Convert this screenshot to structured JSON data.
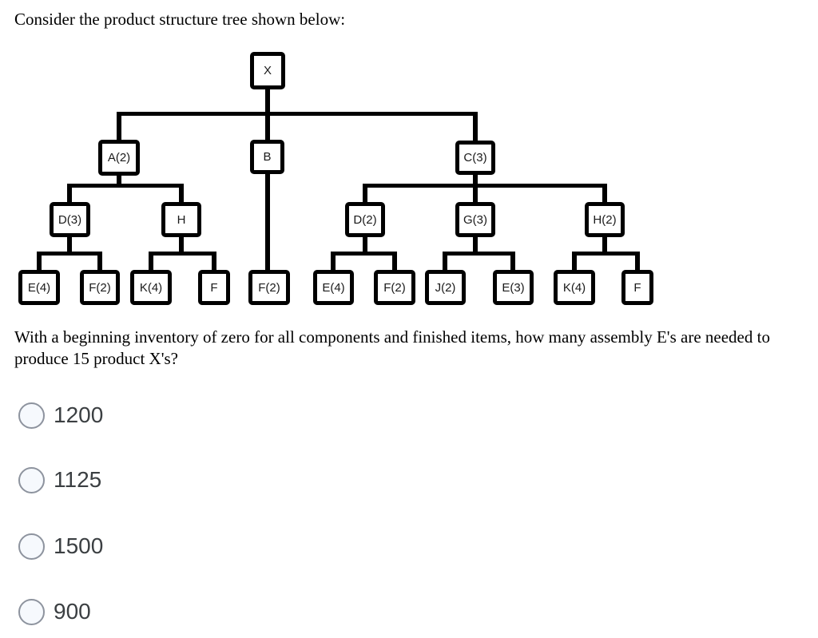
{
  "page": {
    "title": "Consider the product structure tree shown below:"
  },
  "question": {
    "text": "With a beginning inventory of zero for all components and finished items, how many assembly E's are needed to produce 15 product X's?"
  },
  "options": [
    {
      "label": "1200",
      "selected": false
    },
    {
      "label": "1125",
      "selected": false
    },
    {
      "label": "1500",
      "selected": false
    },
    {
      "label": "900",
      "selected": false
    }
  ],
  "tree": {
    "description": "Product structure tree (bill of materials)",
    "nodes": [
      {
        "id": "X",
        "label": "X",
        "parent": null
      },
      {
        "id": "A",
        "label": "A(2)",
        "parent": "X"
      },
      {
        "id": "B",
        "label": "B",
        "parent": "X"
      },
      {
        "id": "C",
        "label": "C(3)",
        "parent": "X"
      },
      {
        "id": "D1",
        "label": "D(3)",
        "parent": "A"
      },
      {
        "id": "H1",
        "label": "H",
        "parent": "A"
      },
      {
        "id": "FB",
        "label": "F(2)",
        "parent": "B"
      },
      {
        "id": "D2",
        "label": "D(2)",
        "parent": "C"
      },
      {
        "id": "G1",
        "label": "G(3)",
        "parent": "C"
      },
      {
        "id": "H2",
        "label": "H(2)",
        "parent": "C"
      },
      {
        "id": "E1",
        "label": "E(4)",
        "parent": "D1"
      },
      {
        "id": "F1",
        "label": "F(2)",
        "parent": "D1"
      },
      {
        "id": "K1",
        "label": "K(4)",
        "parent": "H1"
      },
      {
        "id": "F2",
        "label": "F",
        "parent": "H1"
      },
      {
        "id": "E2",
        "label": "E(4)",
        "parent": "D2"
      },
      {
        "id": "F3",
        "label": "F(2)",
        "parent": "D2"
      },
      {
        "id": "J1",
        "label": "J(2)",
        "parent": "G1"
      },
      {
        "id": "E3",
        "label": "E(3)",
        "parent": "G1"
      },
      {
        "id": "K2",
        "label": "K(4)",
        "parent": "H2"
      },
      {
        "id": "F4",
        "label": "F",
        "parent": "H2"
      }
    ]
  },
  "colors": {
    "line": "#000000",
    "box_fill": "#ffffff",
    "body_text": "#000000",
    "option_text": "#3b3f42",
    "radio_border": "#8d939e",
    "radio_fill": "#f6f9fd"
  }
}
